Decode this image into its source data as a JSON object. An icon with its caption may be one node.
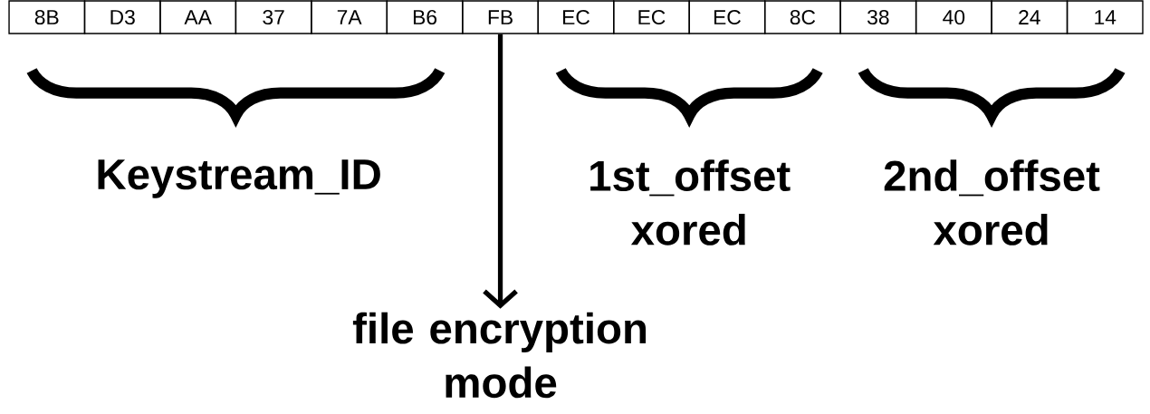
{
  "diagram": {
    "nodes": [
      {
        "text": [
          "8B"
        ]
      },
      {
        "text": [
          "D3"
        ]
      },
      {
        "text": [
          "AA"
        ]
      },
      {
        "text": [
          "37"
        ]
      },
      {
        "text": [
          "7A"
        ]
      },
      {
        "text": [
          "B6"
        ]
      },
      {
        "text": [
          "FB"
        ]
      },
      {
        "text": [
          "EC"
        ]
      },
      {
        "text": [
          "EC"
        ]
      },
      {
        "text": [
          "EC"
        ]
      },
      {
        "text": [
          "8C"
        ]
      },
      {
        "text": [
          "38"
        ]
      },
      {
        "text": [
          "40"
        ]
      },
      {
        "text": [
          "24"
        ]
      },
      {
        "text": [
          "14"
        ]
      },
      {
        "text": [
          "file encryption mode"
        ]
      }
    ],
    "edges": [
      {
        "from": 6,
        "to": 15,
        "arrow": "to"
      }
    ],
    "labels": [
      "Keystream_ID",
      "1st_offset xored",
      "2nd_offset xored"
    ]
  }
}
